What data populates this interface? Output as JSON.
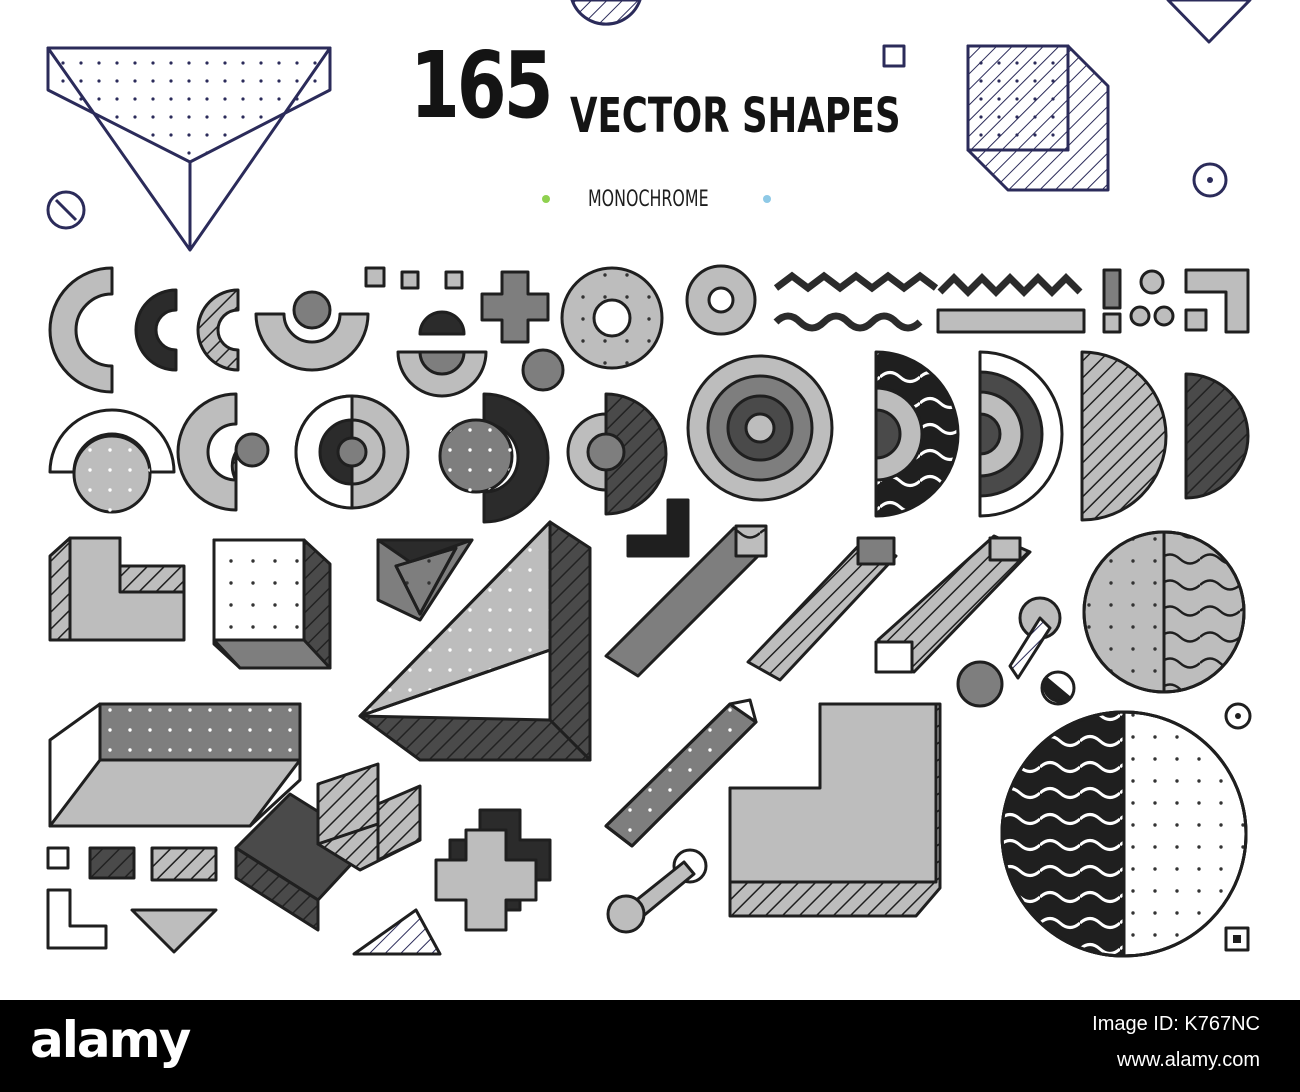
{
  "header": {
    "count": "165",
    "title": "VECTOR SHAPES",
    "subtitle": "MONOCHROME"
  },
  "footer": {
    "brand": "alamy",
    "image_id": "Image ID: K767NC",
    "url": "www.alamy.com"
  },
  "palette": {
    "light": "#bdbdbd",
    "mid": "#7e7e7e",
    "dark": "#4a4a4a",
    "darkest": "#2b2b2b",
    "outline": "#1f1f1f",
    "accent_green": "#8fd14f",
    "accent_blue": "#8ec9e6"
  }
}
